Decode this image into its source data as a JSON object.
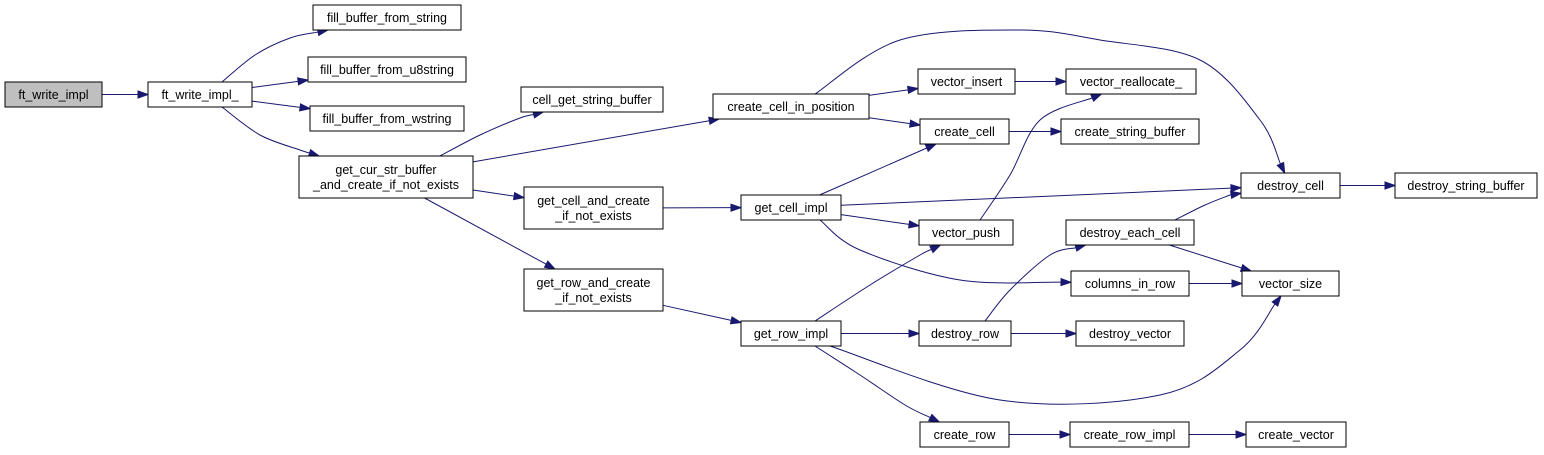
{
  "graph": {
    "nodes": [
      {
        "id": "ft_write_impl",
        "lines": [
          "ft_write_impl"
        ],
        "root": true
      },
      {
        "id": "ft_write_impl_",
        "lines": [
          "ft_write_impl_"
        ]
      },
      {
        "id": "fill_buffer_from_string",
        "lines": [
          "fill_buffer_from_string"
        ]
      },
      {
        "id": "fill_buffer_from_u8string",
        "lines": [
          "fill_buffer_from_u8string"
        ]
      },
      {
        "id": "fill_buffer_from_wstring",
        "lines": [
          "fill_buffer_from_wstring"
        ]
      },
      {
        "id": "get_cur_str_buffer_and_create_if_not_exists",
        "lines": [
          "get_cur_str_buffer",
          "_and_create_if_not_exists"
        ]
      },
      {
        "id": "cell_get_string_buffer",
        "lines": [
          "cell_get_string_buffer"
        ]
      },
      {
        "id": "get_cell_and_create_if_not_exists",
        "lines": [
          "get_cell_and_create",
          "_if_not_exists"
        ]
      },
      {
        "id": "get_row_and_create_if_not_exists",
        "lines": [
          "get_row_and_create",
          "_if_not_exists"
        ]
      },
      {
        "id": "create_cell_in_position",
        "lines": [
          "create_cell_in_position"
        ]
      },
      {
        "id": "get_cell_impl",
        "lines": [
          "get_cell_impl"
        ]
      },
      {
        "id": "get_row_impl",
        "lines": [
          "get_row_impl"
        ]
      },
      {
        "id": "vector_insert",
        "lines": [
          "vector_insert"
        ]
      },
      {
        "id": "create_cell",
        "lines": [
          "create_cell"
        ]
      },
      {
        "id": "vector_push",
        "lines": [
          "vector_push"
        ]
      },
      {
        "id": "destroy_row",
        "lines": [
          "destroy_row"
        ]
      },
      {
        "id": "create_row",
        "lines": [
          "create_row"
        ]
      },
      {
        "id": "vector_reallocate_",
        "lines": [
          "vector_reallocate_"
        ]
      },
      {
        "id": "create_string_buffer",
        "lines": [
          "create_string_buffer"
        ]
      },
      {
        "id": "destroy_each_cell",
        "lines": [
          "destroy_each_cell"
        ]
      },
      {
        "id": "columns_in_row",
        "lines": [
          "columns_in_row"
        ]
      },
      {
        "id": "destroy_vector",
        "lines": [
          "destroy_vector"
        ]
      },
      {
        "id": "create_row_impl",
        "lines": [
          "create_row_impl"
        ]
      },
      {
        "id": "destroy_cell",
        "lines": [
          "destroy_cell"
        ]
      },
      {
        "id": "vector_size",
        "lines": [
          "vector_size"
        ]
      },
      {
        "id": "create_vector",
        "lines": [
          "create_vector"
        ]
      },
      {
        "id": "destroy_string_buffer",
        "lines": [
          "destroy_string_buffer"
        ]
      }
    ],
    "edges": [
      [
        "ft_write_impl",
        "ft_write_impl_"
      ],
      [
        "ft_write_impl_",
        "fill_buffer_from_string"
      ],
      [
        "ft_write_impl_",
        "fill_buffer_from_u8string"
      ],
      [
        "ft_write_impl_",
        "fill_buffer_from_wstring"
      ],
      [
        "ft_write_impl_",
        "get_cur_str_buffer_and_create_if_not_exists"
      ],
      [
        "get_cur_str_buffer_and_create_if_not_exists",
        "cell_get_string_buffer"
      ],
      [
        "get_cur_str_buffer_and_create_if_not_exists",
        "create_cell_in_position"
      ],
      [
        "get_cur_str_buffer_and_create_if_not_exists",
        "get_cell_and_create_if_not_exists"
      ],
      [
        "get_cur_str_buffer_and_create_if_not_exists",
        "get_row_and_create_if_not_exists"
      ],
      [
        "create_cell_in_position",
        "vector_insert"
      ],
      [
        "create_cell_in_position",
        "create_cell"
      ],
      [
        "create_cell_in_position",
        "destroy_cell"
      ],
      [
        "vector_insert",
        "vector_reallocate_"
      ],
      [
        "create_cell",
        "create_string_buffer"
      ],
      [
        "get_cell_and_create_if_not_exists",
        "get_cell_impl"
      ],
      [
        "get_cell_impl",
        "create_cell"
      ],
      [
        "get_cell_impl",
        "destroy_cell"
      ],
      [
        "get_cell_impl",
        "vector_push"
      ],
      [
        "get_cell_impl",
        "columns_in_row"
      ],
      [
        "vector_push",
        "vector_reallocate_"
      ],
      [
        "get_row_and_create_if_not_exists",
        "get_row_impl"
      ],
      [
        "get_row_impl",
        "vector_push"
      ],
      [
        "get_row_impl",
        "destroy_row"
      ],
      [
        "get_row_impl",
        "vector_size"
      ],
      [
        "get_row_impl",
        "create_row"
      ],
      [
        "destroy_row",
        "destroy_each_cell"
      ],
      [
        "destroy_row",
        "destroy_vector"
      ],
      [
        "destroy_each_cell",
        "destroy_cell"
      ],
      [
        "destroy_each_cell",
        "vector_size"
      ],
      [
        "columns_in_row",
        "vector_size"
      ],
      [
        "destroy_cell",
        "destroy_string_buffer"
      ],
      [
        "create_row",
        "create_row_impl"
      ],
      [
        "create_row_impl",
        "create_vector"
      ]
    ]
  },
  "colors": {
    "edge": "#191970",
    "root_fill": "#bfbfbf",
    "node_fill": "#ffffff",
    "node_border": "#000000"
  }
}
